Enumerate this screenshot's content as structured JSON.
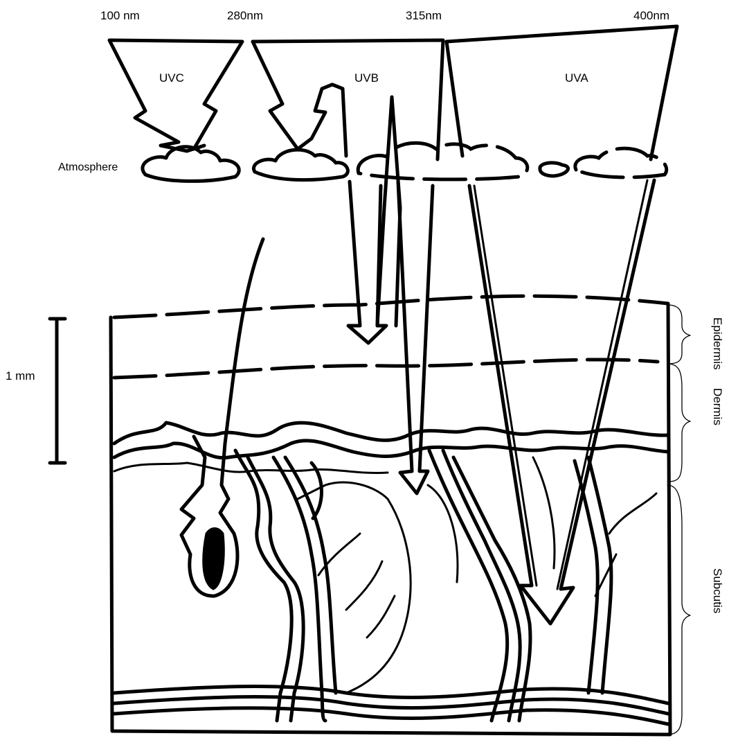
{
  "wavelengths": [
    "100 nm",
    "280nm",
    "315nm",
    "400nm"
  ],
  "bands": {
    "uvc": "UVC",
    "uvb": "UVB",
    "uva": "UVA"
  },
  "atmosphere_label": "Atmosphere",
  "scale_label": "1 mm",
  "layers": {
    "epidermis": "Epidermis",
    "dermis": "Dermis",
    "subcutis": "Subcutis"
  }
}
